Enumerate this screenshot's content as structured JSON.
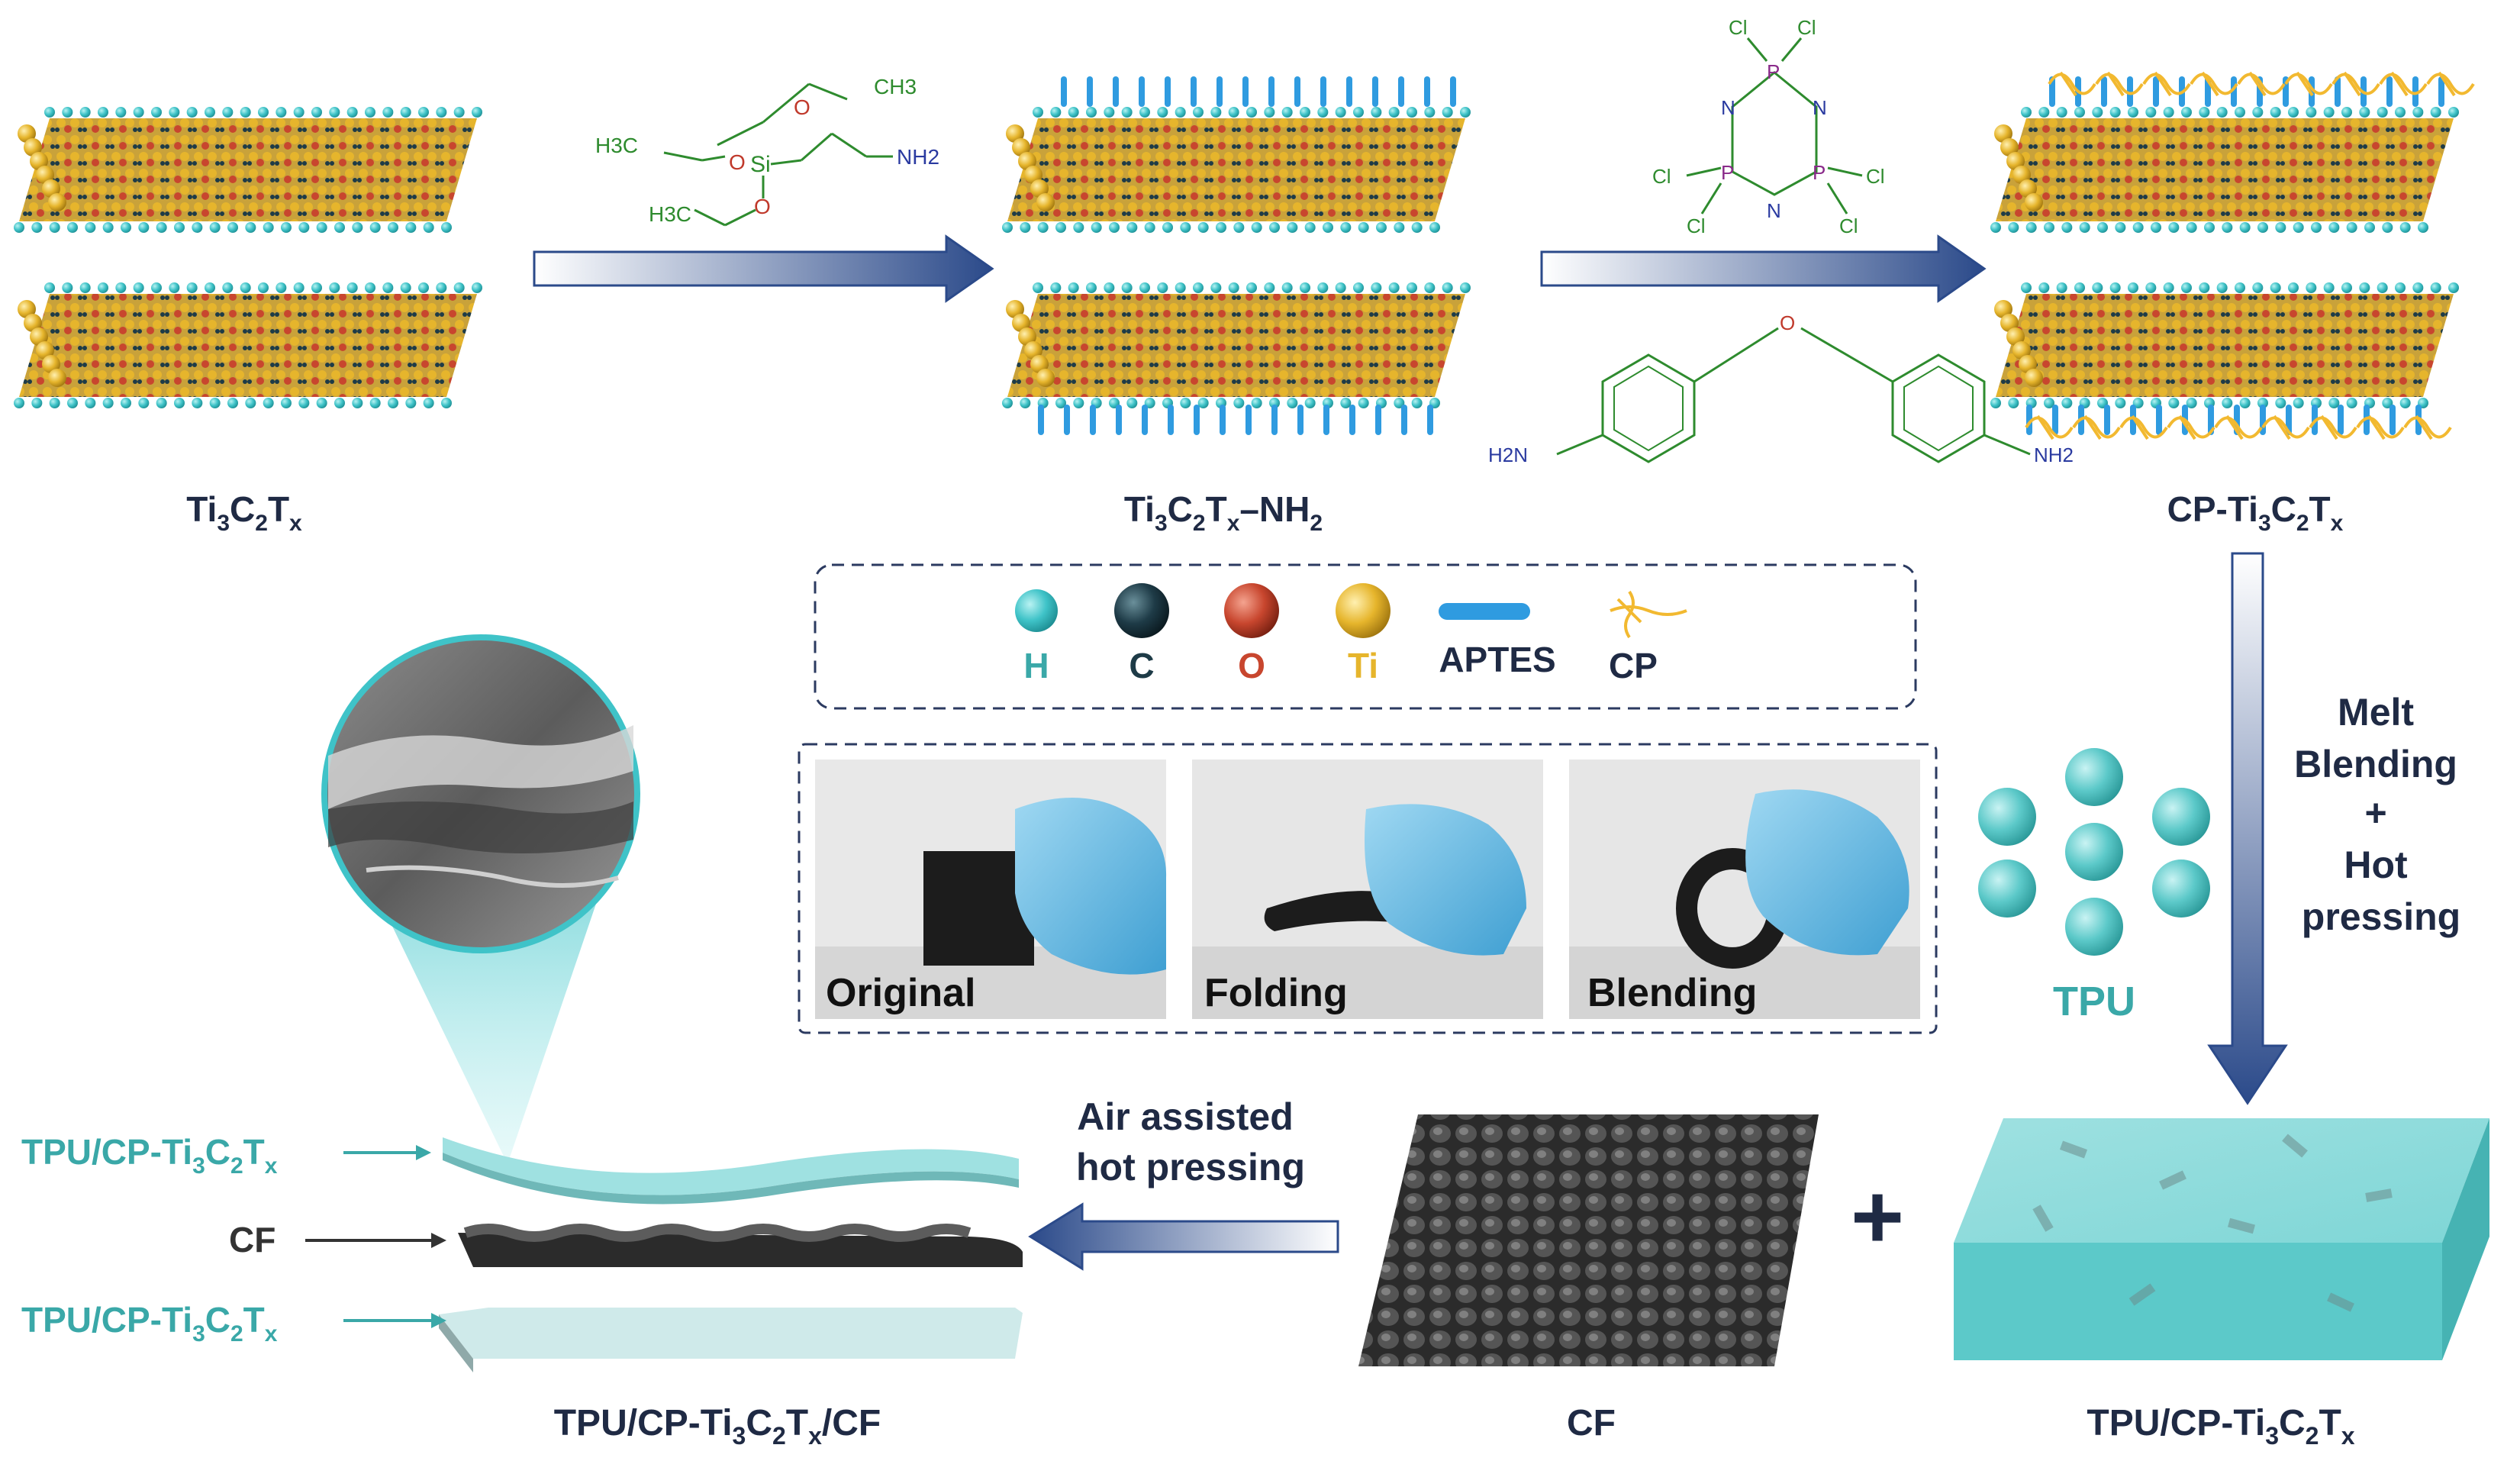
{
  "colors": {
    "hydrogen": "#3fc3c8",
    "carbon": "#1e3b47",
    "oxygen": "#c8462e",
    "titanium": "#e6b52c",
    "aptes": "#2f9be0",
    "cp": "#f2b930",
    "tpu": "#5cc9c9",
    "arrow": "#2b4a8a",
    "teal_text": "#3aa8a8",
    "dark_text": "#1f2a44",
    "chem_green": "#2e8b2e",
    "chem_blue": "#2a3aa0",
    "chem_red": "#c0392b",
    "chem_purple": "#8a2a8a"
  },
  "molecules": {
    "mxene": {
      "base": "Ti",
      "sub1": "3",
      "mid": "C",
      "sub2": "2",
      "end": "T",
      "sub3": "x"
    },
    "mxene_nh2": {
      "base": "Ti",
      "sub1": "3",
      "mid": "C",
      "sub2": "2",
      "end": "T",
      "sub3": "x",
      "suffix": "–NH",
      "sub4": "2"
    },
    "cp_mxene": {
      "prefix": "CP-Ti",
      "sub1": "3",
      "mid": "C",
      "sub2": "2",
      "end": "T",
      "sub3": "x"
    }
  },
  "aptes_structure": {
    "ch3_top": "CH3",
    "h3c_left": "H3C",
    "h3c_bottom": "H3C",
    "o1": "O",
    "o2": "O",
    "o3": "O",
    "si": "Si",
    "nh2": "NH2"
  },
  "hccp_structure": {
    "cl": "Cl",
    "p": "P",
    "n": "N"
  },
  "oda_structure": {
    "o": "O",
    "h2n": "H2N",
    "nh2": "NH2"
  },
  "legend": {
    "items": [
      {
        "key": "h",
        "label": "H"
      },
      {
        "key": "c",
        "label": "C"
      },
      {
        "key": "o",
        "label": "O"
      },
      {
        "key": "ti",
        "label": "Ti"
      },
      {
        "key": "aptes",
        "label": "APTES"
      },
      {
        "key": "cp",
        "label": "CP"
      }
    ]
  },
  "photos": {
    "items": [
      {
        "label": "Original"
      },
      {
        "label": "Folding"
      },
      {
        "label": "Blending"
      }
    ]
  },
  "tpu_label": "TPU",
  "process_right": {
    "lines": [
      "Melt",
      "Blending",
      "+",
      "Hot",
      "pressing"
    ]
  },
  "process_bottom": {
    "lines": [
      "Air assisted",
      "hot pressing"
    ]
  },
  "plus_sign": "+",
  "cf_label": "CF",
  "layers": {
    "top": "TPU/CP-Ti",
    "middle": "CF",
    "bottom": "TPU/CP-Ti"
  },
  "bottom_labels": {
    "composite": "TPU/CP-Ti",
    "cf": "CF",
    "tpu_mxene": "TPU/CP-Ti"
  }
}
